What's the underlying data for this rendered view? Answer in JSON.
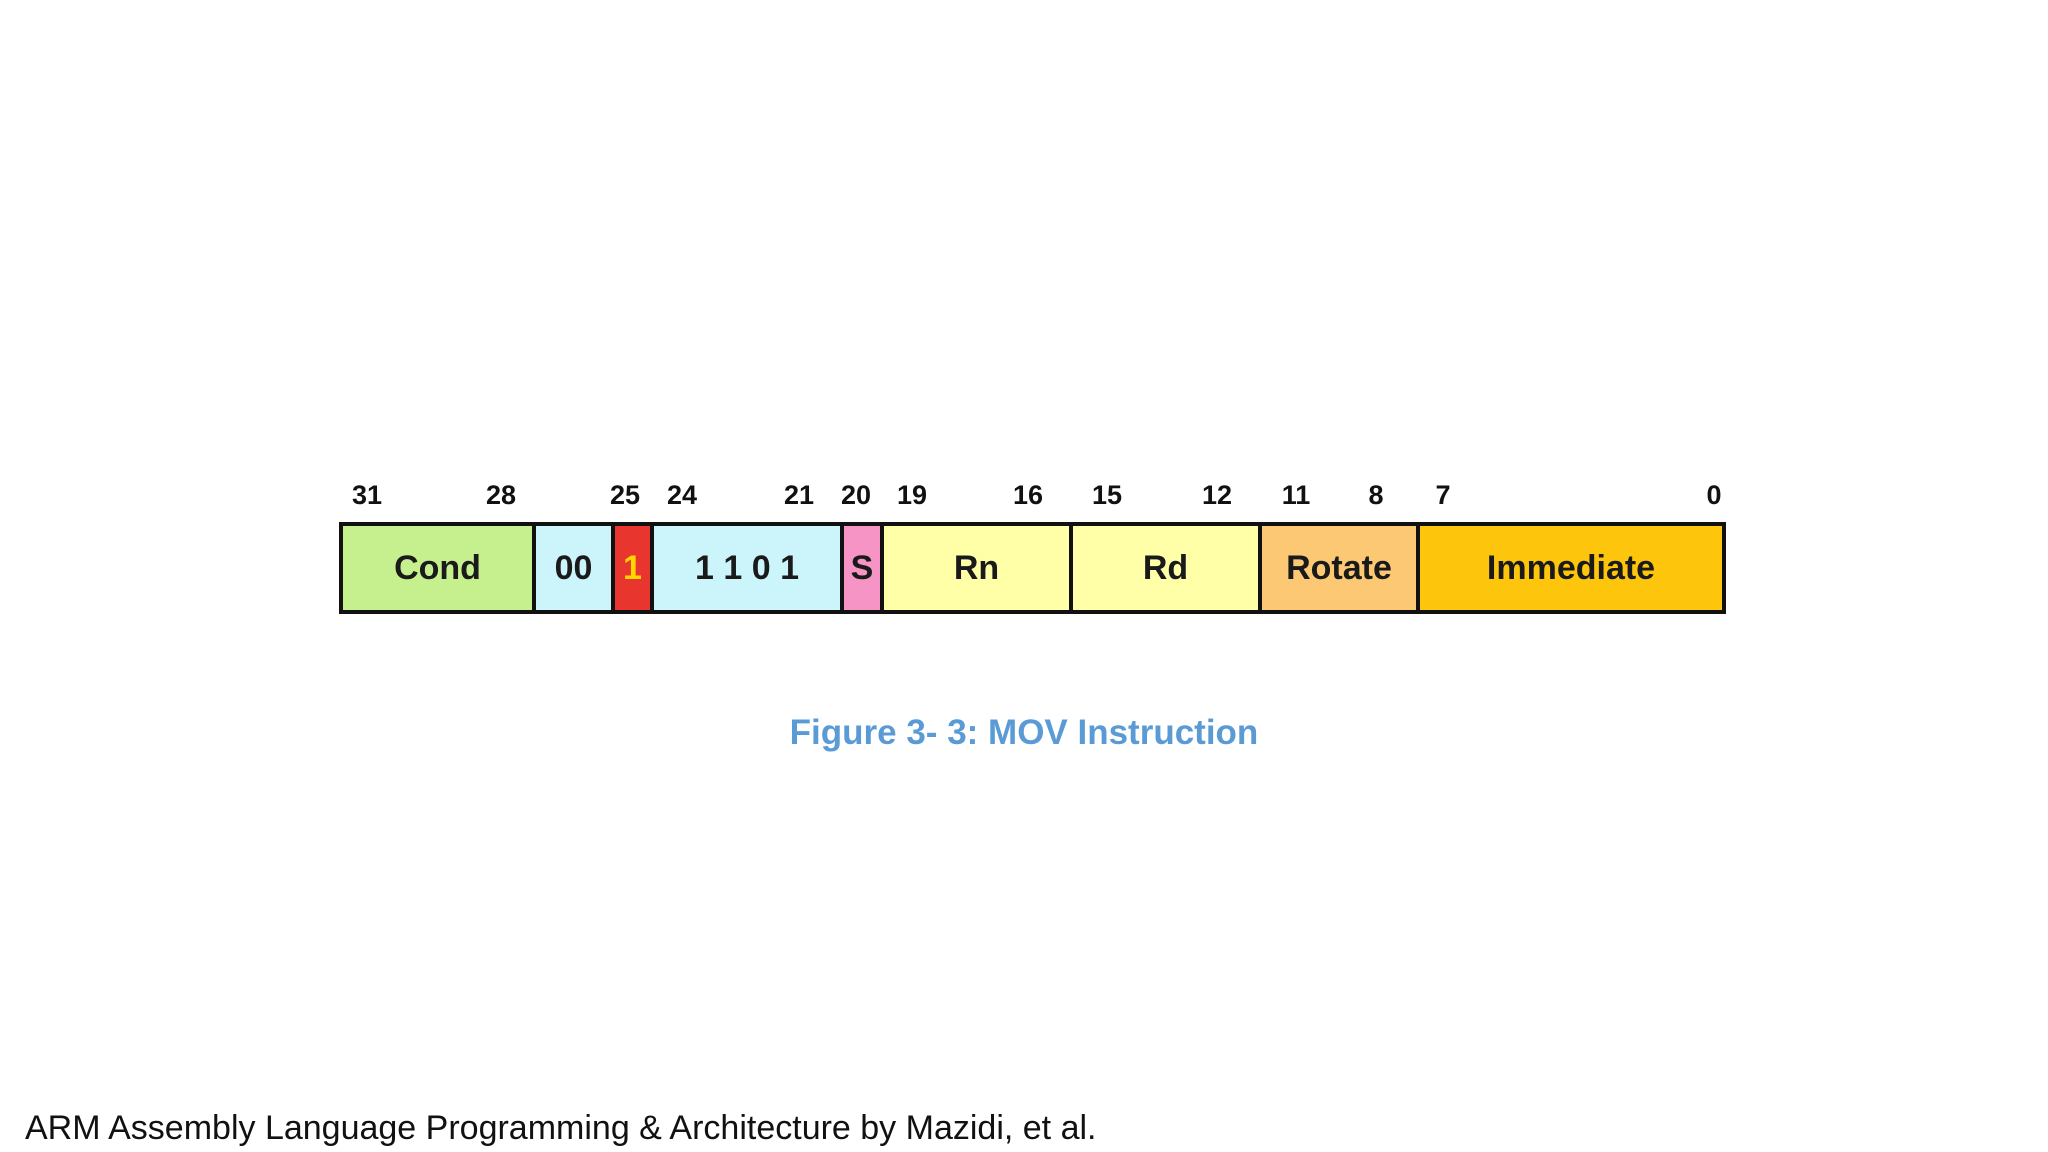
{
  "diagram": {
    "bit_labels": [
      "31",
      "28",
      "25",
      "24",
      "21",
      "20",
      "19",
      "16",
      "15",
      "12",
      "11",
      "8",
      "7",
      "0"
    ],
    "fields": [
      {
        "label": "Cond",
        "color": "#c6ef8e"
      },
      {
        "label": "00",
        "color": "#ccf5fb"
      },
      {
        "label": "1",
        "color": "#e8362e",
        "text_color": "#ffd700"
      },
      {
        "label": "1 1 0 1",
        "color": "#ccf5fb"
      },
      {
        "label": "S",
        "color": "#f794c6"
      },
      {
        "label": "Rn",
        "color": "#ffffa8"
      },
      {
        "label": "Rd",
        "color": "#ffffa8"
      },
      {
        "label": "Rotate",
        "color": "#fcc874"
      },
      {
        "label": "Immediate",
        "color": "#fdc60d"
      }
    ]
  },
  "caption": "Figure 3- 3: MOV Instruction",
  "source": "ARM Assembly Language Programming & Architecture by Mazidi, et al."
}
